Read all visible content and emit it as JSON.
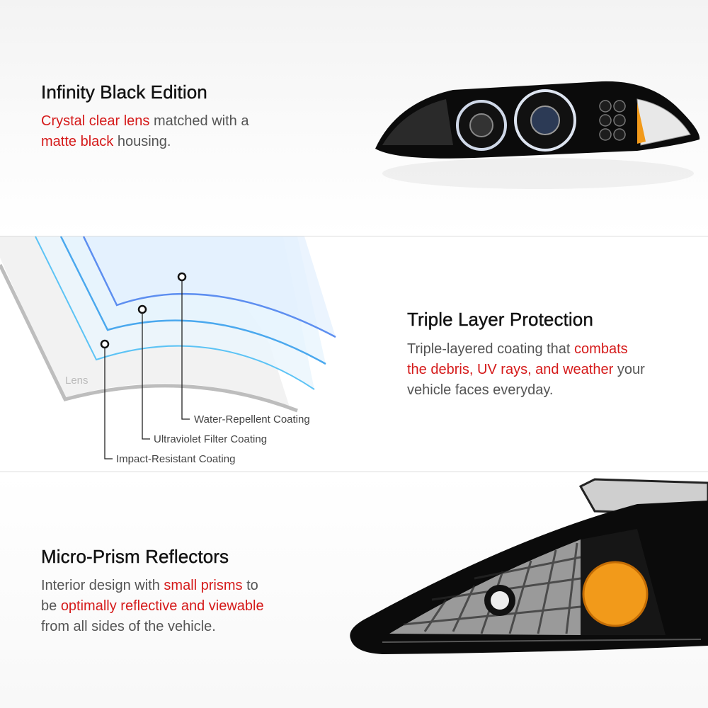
{
  "sections": [
    {
      "title": "Infinity Black Edition",
      "lines": [
        [
          {
            "text": "Crystal clear lens",
            "hl": true
          },
          {
            "text": " matched with a",
            "hl": false
          }
        ],
        [
          {
            "text": "matte black",
            "hl": true
          },
          {
            "text": " housing.",
            "hl": false
          }
        ]
      ]
    },
    {
      "title": "Triple Layer Protection",
      "lines": [
        [
          {
            "text": "Triple-layered coating that ",
            "hl": false
          },
          {
            "text": "combats",
            "hl": true
          }
        ],
        [
          {
            "text": "the debris, UV rays, and weather",
            "hl": true
          },
          {
            "text": " your",
            "hl": false
          }
        ],
        [
          {
            "text": "vehicle faces everyday.",
            "hl": false
          }
        ]
      ]
    },
    {
      "title": "Micro-Prism Reflectors",
      "lines": [
        [
          {
            "text": "Interior design with ",
            "hl": false
          },
          {
            "text": "small prisms",
            "hl": true
          },
          {
            "text": " to",
            "hl": false
          }
        ],
        [
          {
            "text": "be ",
            "hl": false
          },
          {
            "text": "optimally reflective and viewable",
            "hl": true
          }
        ],
        [
          {
            "text": "from all sides of the vehicle.",
            "hl": false
          }
        ]
      ]
    }
  ],
  "diagram": {
    "lens_label": "Lens",
    "coatings": [
      "Water-Repellent Coating",
      "Ultraviolet Filter Coating",
      "Impact-Resistant Coating"
    ]
  },
  "colors": {
    "highlight": "#d51a1a",
    "amber": "#f29a1a"
  }
}
